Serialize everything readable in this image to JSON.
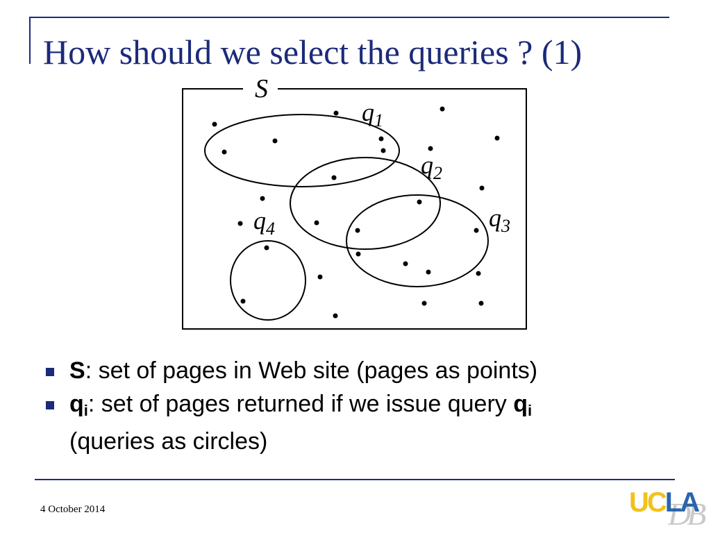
{
  "slide": {
    "title": "How should we select the queries ? (1)",
    "footer_date": "4 October 2014"
  },
  "diagram": {
    "set_label": "S",
    "queries": [
      {
        "letter": "q",
        "index": "1"
      },
      {
        "letter": "q",
        "index": "2"
      },
      {
        "letter": "q",
        "index": "3"
      },
      {
        "letter": "q",
        "index": "4"
      }
    ]
  },
  "bullets": [
    {
      "term": "S",
      "text": ": set of pages in Web site (pages as points)"
    },
    {
      "term": "q",
      "term_sub": "i",
      "text": ": set of pages returned if we issue query ",
      "term2": "q",
      "term2_sub": "i",
      "text2": "(queries as circles)"
    }
  ],
  "logo": {
    "uc": "UC",
    "la": "LA",
    "db": "DB",
    "colors": {
      "uc": "#f2c21b",
      "la": "#2a64ad",
      "db": "#c9c9c9"
    }
  },
  "colors": {
    "accent": "#1c2a7a"
  }
}
